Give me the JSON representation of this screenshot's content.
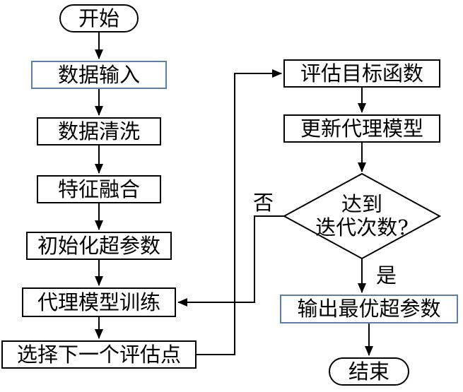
{
  "colors": {
    "accent_border": "#5b7fa8",
    "line": "#000000",
    "background": "#ffffff"
  },
  "nodes": {
    "start": {
      "label": "开始"
    },
    "data_input": {
      "label": "数据输入"
    },
    "data_clean": {
      "label": "数据清洗"
    },
    "feature_fusion": {
      "label": "特征融合"
    },
    "init_hyperparams": {
      "label": "初始化超参数"
    },
    "surrogate_training": {
      "label": "代理模型训练"
    },
    "select_next_point": {
      "label": "选择下一个评估点"
    },
    "evaluate_objective": {
      "label": "评估目标函数"
    },
    "update_surrogate": {
      "label": "更新代理模型"
    },
    "iteration_check": {
      "line1": "达到",
      "line2": "迭代次数?"
    },
    "output_best": {
      "label": "输出最优超参数"
    },
    "end": {
      "label": "结束"
    }
  },
  "edge_labels": {
    "no": "否",
    "yes": "是"
  }
}
